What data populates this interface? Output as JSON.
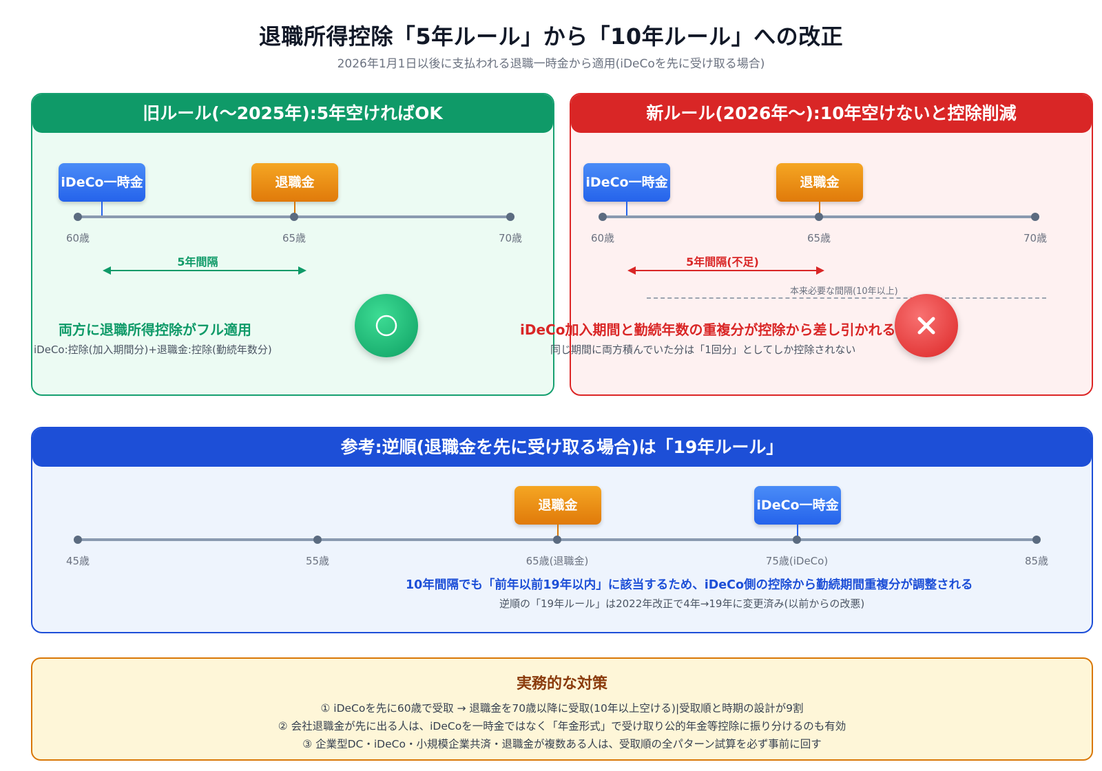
{
  "header": {
    "title": "退職所得控除「5年ルール」から「10年ルール」への改正",
    "subtitle": "2026年1月1日以後に支払われる退職一時金から適用(iDeCoを先に受け取る場合)"
  },
  "old_rule": {
    "title": "旧ルール(〜2025年):5年空ければOK",
    "ideco_label": "iDeCo一時金",
    "retire_label": "退職金",
    "ticks": [
      "60歳",
      "65歳",
      "70歳"
    ],
    "interval_label": "5年間隔",
    "result_title": "両方に退職所得控除がフル適用",
    "result_note": "iDeCo:控除(加入期間分)+退職金:控除(勤続年数分)",
    "badge_icon": "circle-ok-icon",
    "color": "#0f9a68"
  },
  "new_rule": {
    "title": "新ルール(2026年〜):10年空けないと控除削減",
    "ideco_label": "iDeCo一時金",
    "retire_label": "退職金",
    "ticks": [
      "60歳",
      "65歳",
      "70歳"
    ],
    "interval_label": "5年間隔(不足)",
    "required_label": "本来必要な間隔(10年以上)",
    "result_title": "iDeCo加入期間と勤続年数の重複分が控除から差し引かれる",
    "result_note": "同じ期間に両方積んでいた分は「1回分」としてしか控除されない",
    "badge_icon": "cross-icon",
    "color": "#d92626"
  },
  "reference": {
    "title": "参考:逆順(退職金を先に受け取る場合)は「19年ルール」",
    "retire_label": "退職金",
    "ideco_label": "iDeCo一時金",
    "ticks": [
      "45歳",
      "55歳",
      "65歳(退職金)",
      "75歳(iDeCo)",
      "85歳"
    ],
    "result_title": "10年間隔でも「前年以前19年以内」に該当するため、iDeCo側の控除から勤続期間重複分が調整される",
    "result_note": "逆順の「19年ルール」は2022年改正で4年→19年に変更済み(以前からの改悪)",
    "color": "#1d4fd7"
  },
  "tips": {
    "title": "実務的な対策",
    "items": [
      "① iDeCoを先に60歳で受取 → 退職金を70歳以降に受取(10年以上空ける)|受取順と時期の設計が9割",
      "② 会社退職金が先に出る人は、iDeCoを一時金ではなく「年金形式」で受け取り公的年金等控除に振り分けるのも有効",
      "③ 企業型DC・iDeCo・小規模企業共済・退職金が複数ある人は、受取順の全パターン試算を必ず事前に回す"
    ]
  }
}
